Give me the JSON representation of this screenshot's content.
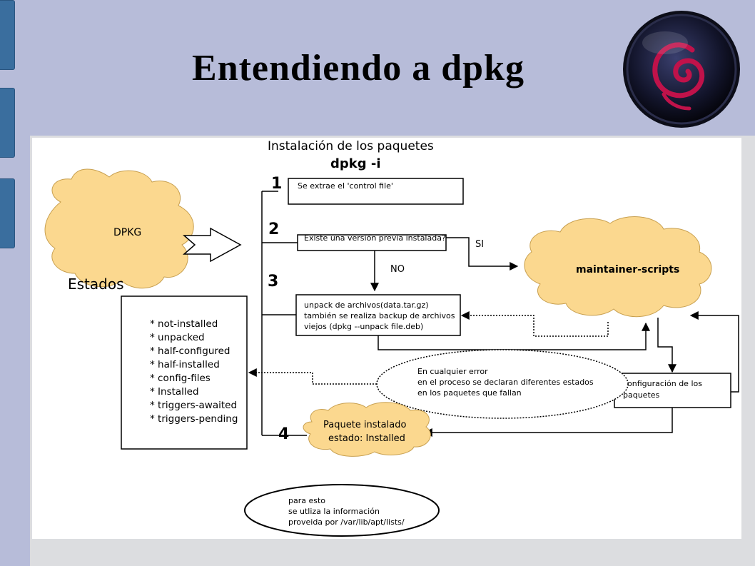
{
  "slide": {
    "title": "Entendiendo a dpkg"
  },
  "diagram": {
    "heading": "Instalación de los paquetes",
    "command": "dpkg -i",
    "dpkg_cloud": "DPKG",
    "estados_label": "Estados",
    "states": [
      "* not-installed",
      "* unpacked",
      "* half-configured",
      "* half-installed",
      "* config-files",
      "* Installed",
      "* triggers-awaited",
      "* triggers-pending"
    ],
    "steps": [
      {
        "number": "1",
        "lines": [
          "Se extrae el 'control file'"
        ]
      },
      {
        "number": "2",
        "lines": [
          "Existe una versión previa instalada?"
        ]
      },
      {
        "number": "3",
        "lines": [
          "unpack de archivos(data.tar.gz)",
          "también se realiza backup de archivos",
          "viejos (dpkg --unpack file.deb)"
        ]
      },
      {
        "number": "4",
        "lines": []
      }
    ],
    "label_si": "SI",
    "label_no": "NO",
    "maintainer_scripts": "maintainer-scripts",
    "error_note": [
      "En cualquier error",
      "en el proceso se declaran diferentes estados",
      "en los paquetes que fallan"
    ],
    "config_box": [
      "configuración de los",
      "paquetes"
    ],
    "installed_cloud": [
      "Paquete instalado",
      "estado: Installed"
    ],
    "info_note": [
      "para esto",
      "se utliza la información",
      "proveida por /var/lib/apt/lists/"
    ]
  },
  "colors": {
    "background": "#b7bcd9",
    "cloud_fill": "#fbd88f",
    "tab": "#3a6e9e",
    "logo_swirl": "#c0124a"
  },
  "icons": {
    "logo": "debian-swirl-logo",
    "arrow": "block-arrow-right-icon"
  }
}
